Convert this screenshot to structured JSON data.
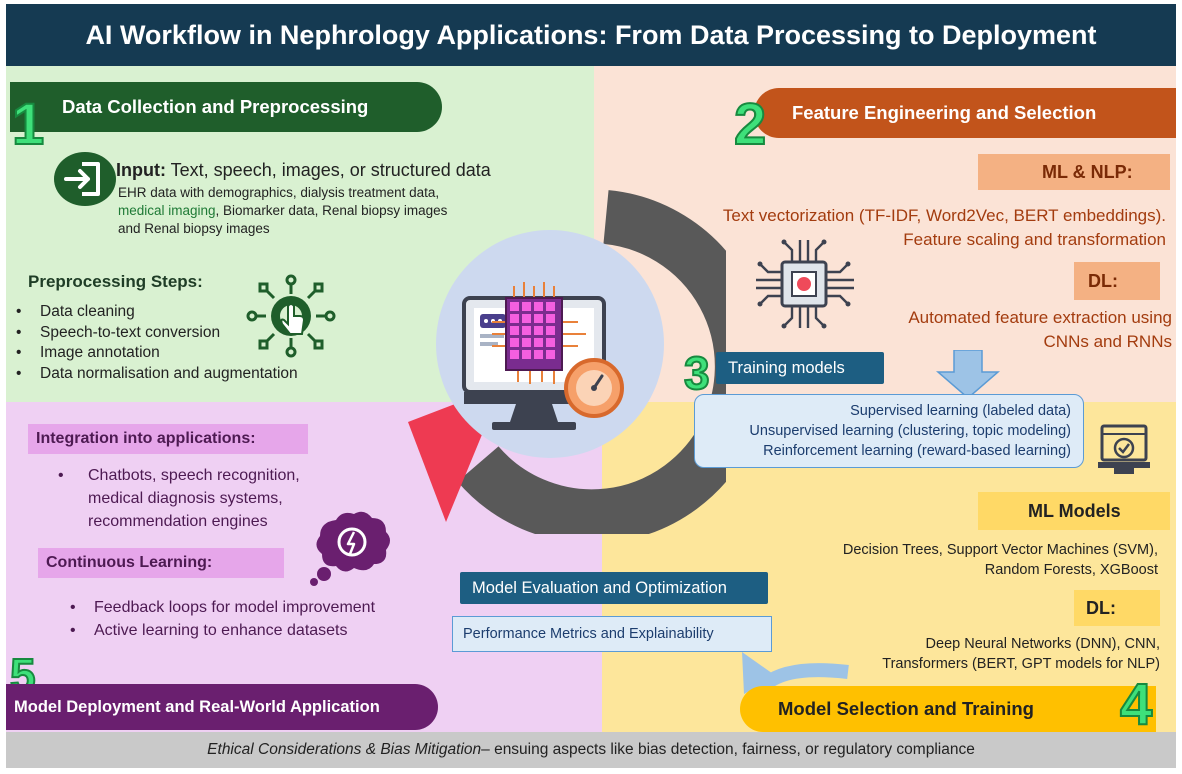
{
  "title": "AI Workflow in Nephrology Applications: From Data Processing to Deployment",
  "section1": {
    "number": "1",
    "heading": "Data Collection and Preprocessing",
    "input_label": "Input:",
    "input_text": " Text, speech, images, or structured data",
    "input_detail_a": "EHR data with demographics, dialysis treatment data, ",
    "input_detail_imaging": "medical imaging",
    "input_detail_b": ", Biomarker data, Renal biopsy images and Renal biopsy images",
    "preprocessing_heading": "Preprocessing Steps:",
    "preprocessing_steps": [
      "Data cleaning",
      "Speech-to-text conversion",
      "Image annotation",
      "Data normalisation and augmentation"
    ]
  },
  "section2": {
    "number": "2",
    "heading": "Feature Engineering and Selection",
    "ml_nlp_label": "ML & NLP:",
    "ml_nlp_line1": "Text vectorization (TF-IDF, Word2Vec, BERT embeddings).",
    "ml_nlp_line2": "Feature scaling and transformation",
    "dl_label": "DL:",
    "dl_line1": "Automated feature extraction using",
    "dl_line2": "CNNs and RNNs"
  },
  "section3": {
    "number": "3",
    "heading": "Training models",
    "items": [
      "Supervised learning (labeled data)",
      "Unsupervised learning (clustering, topic modeling)",
      "Reinforcement learning (reward-based learning)"
    ]
  },
  "section4": {
    "number": "4",
    "heading": "Model Selection and Training",
    "ml_models_label": "ML Models",
    "ml_models_line1": "Decision Trees, Support Vector Machines (SVM),",
    "ml_models_line2": "Random Forests, XGBoost",
    "dl_label": "DL:",
    "dl_line1": "Deep Neural Networks (DNN), CNN,",
    "dl_line2": "Transformers (BERT, GPT models for NLP)"
  },
  "evaluation": {
    "heading": "Model Evaluation and Optimization",
    "subtext": "Performance Metrics and Explainability"
  },
  "section5": {
    "number": "5",
    "heading": "Model Deployment and Real-World Application",
    "integration_heading": "Integration into applications:",
    "integration_items": [
      "Chatbots, speech recognition, medical diagnosis systems, recommendation engines"
    ],
    "continuous_heading": "Continuous Learning:",
    "continuous_items": [
      "Feedback loops for model improvement",
      "Active learning to enhance datasets"
    ]
  },
  "footer": {
    "emphasis": "Ethical Considerations & Bias Mitigation",
    "rest": " – ensuing aspects like bias detection, fairness, or regulatory compliance"
  },
  "colors": {
    "title_bg": "#153a52",
    "green_quadrant": "#d9f1d1",
    "peach_quadrant": "#fbe3d6",
    "purple_quadrant": "#efd0f3",
    "yellow_quadrant": "#fde69b",
    "accent_green": "#1f5e2b",
    "accent_orange": "#c2541b",
    "accent_purple": "#6a1f6f",
    "accent_yellow": "#ffc000",
    "accent_blue": "#1d5e82",
    "number_green": "#3ee07a"
  },
  "icons": [
    "login-icon",
    "gear-hand-icon",
    "cpu-chip-icon",
    "computer-monitor-icon",
    "brain-cloud-icon",
    "laptop-check-icon",
    "cycle-arrow-icon"
  ]
}
